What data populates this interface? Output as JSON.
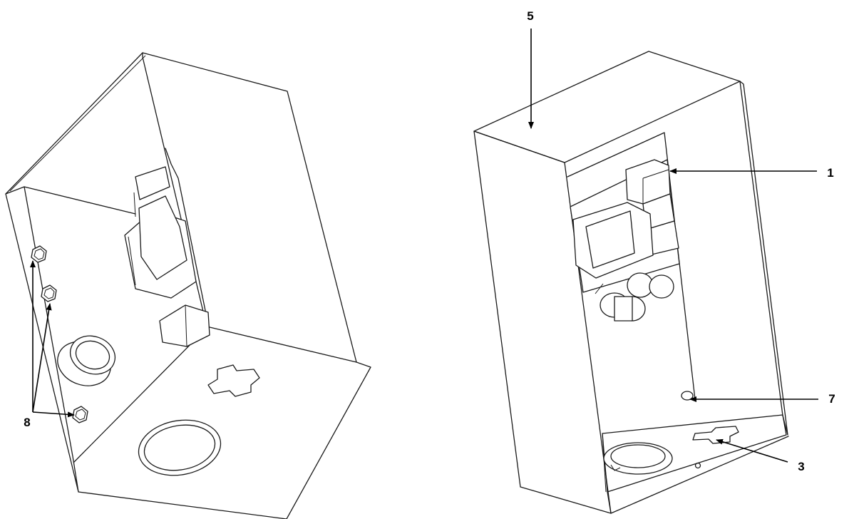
{
  "callouts": [
    {
      "label": "5"
    },
    {
      "label": "1"
    },
    {
      "label": "7"
    },
    {
      "label": "3"
    },
    {
      "label": "8"
    }
  ]
}
